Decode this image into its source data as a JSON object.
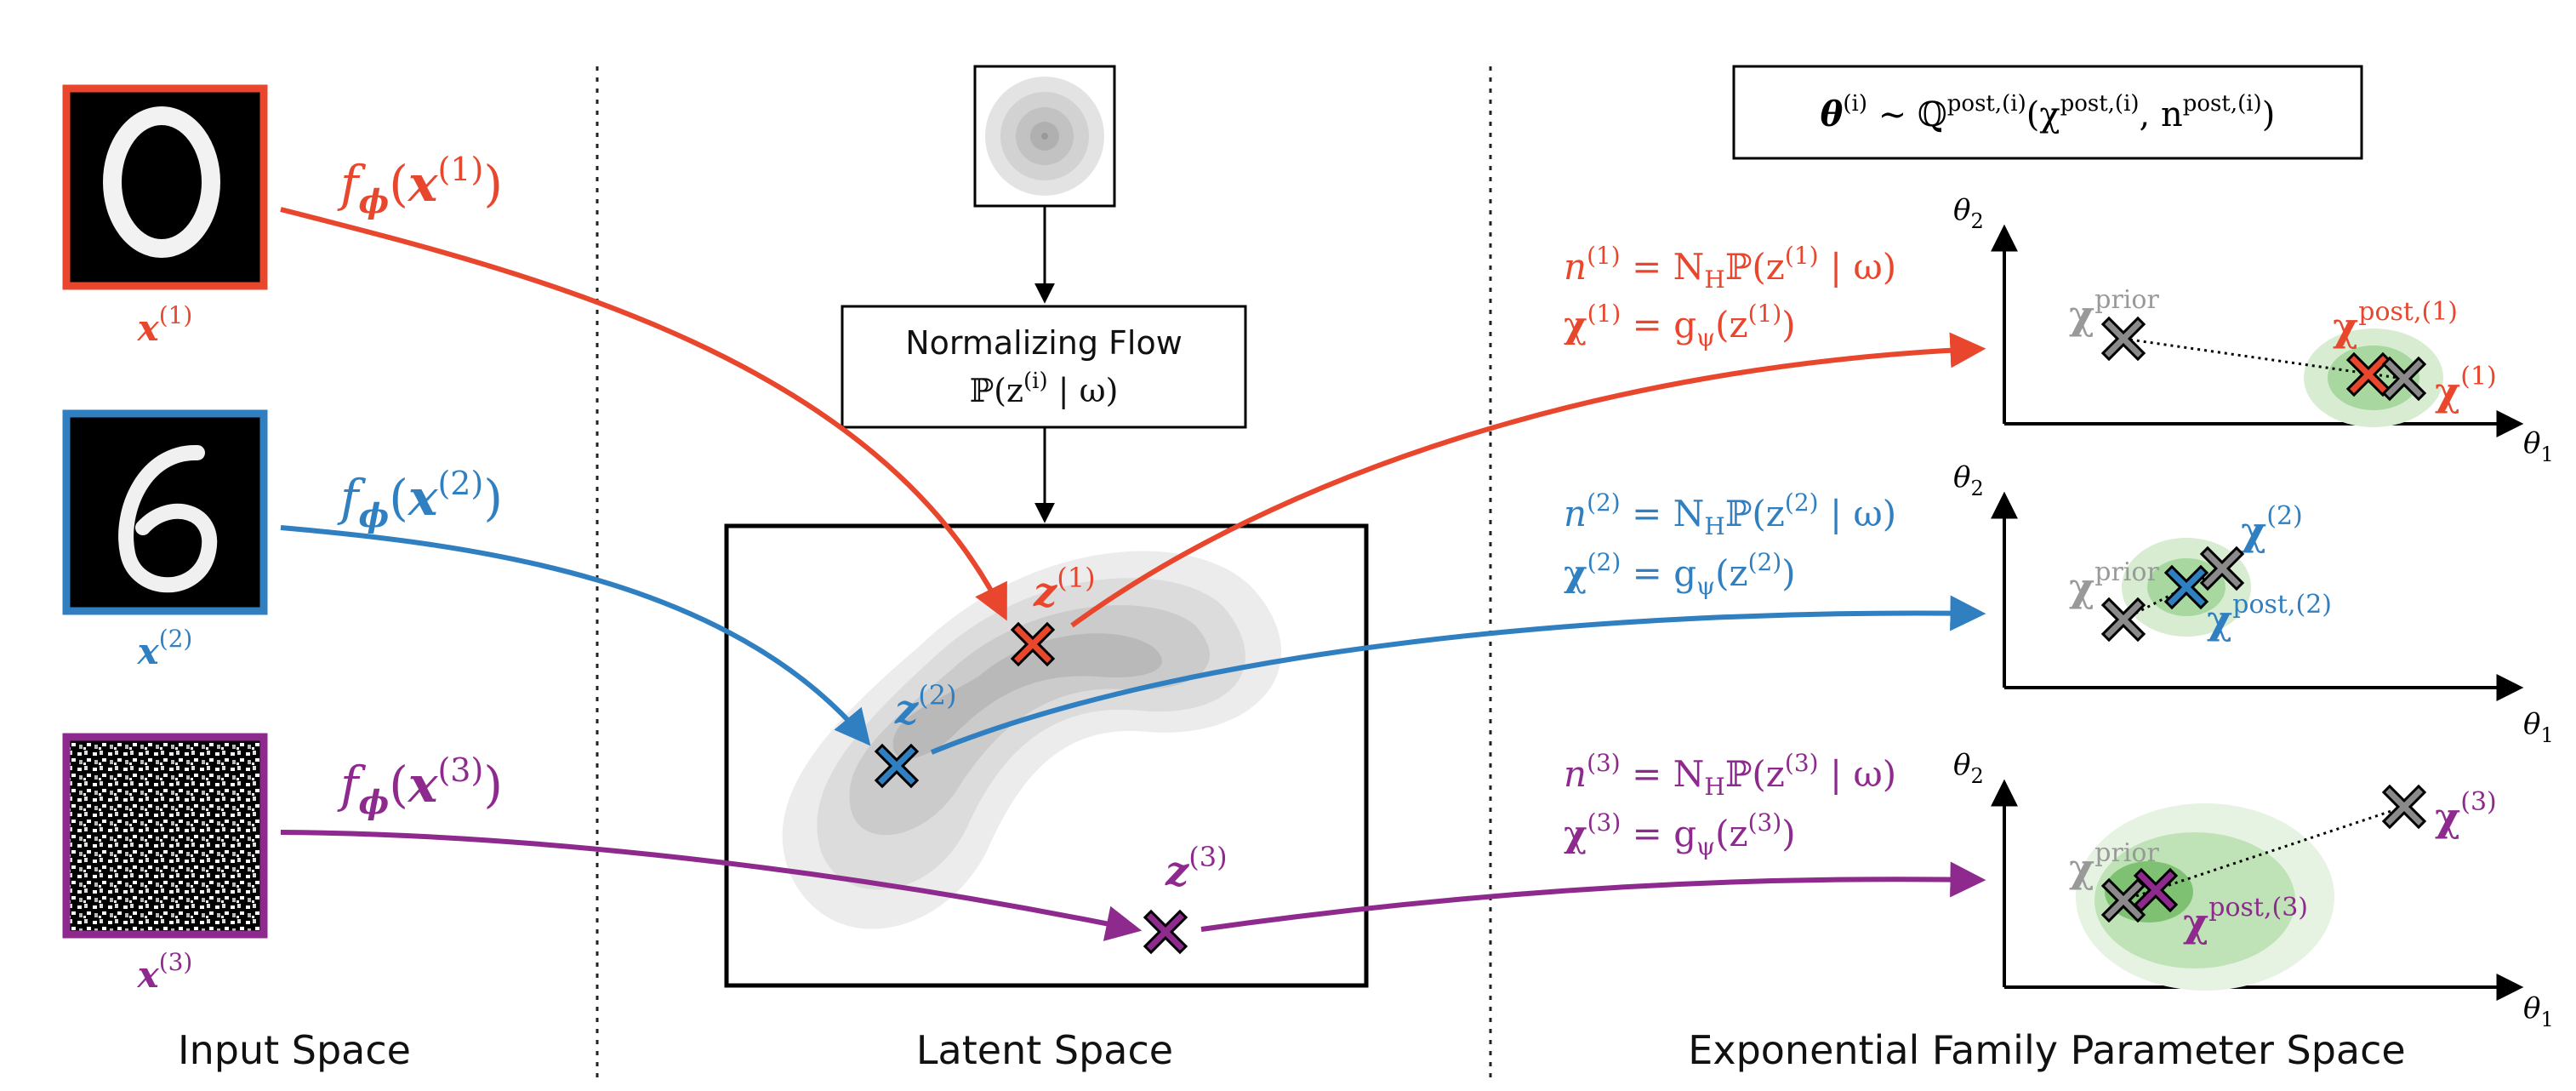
{
  "sections": {
    "input": "Input Space",
    "latent": "Latent Space",
    "param": "Exponential Family Parameter Space"
  },
  "inputs": [
    {
      "label": "x",
      "sup": "(1)",
      "color": "#e8472e"
    },
    {
      "label": "x",
      "sup": "(2)",
      "color": "#2f7fc1"
    },
    {
      "label": "x",
      "sup": "(3)",
      "color": "#8e2a8e"
    }
  ],
  "encoder": {
    "f": "f",
    "sub": "ϕ",
    "arg": "x"
  },
  "flow": {
    "title": "Normalizing Flow",
    "formula": "ℙ(z",
    "formula_sup": "(i)",
    "formula_tail": " | ω)"
  },
  "latents": [
    {
      "label": "z",
      "sup": "(1)"
    },
    {
      "label": "z",
      "sup": "(2)"
    },
    {
      "label": "z",
      "sup": "(3)"
    }
  ],
  "posterior": {
    "lhs": "θ",
    "lhs_sup": "(i)",
    "sim": "∼ ℚ",
    "q_sup": "post,(i)",
    "open": "(χ",
    "chi_sup": "post,(i)",
    "mid": ", n",
    "n_sup": "post,(i)",
    "close": ")"
  },
  "equations": [
    {
      "n": "n",
      "sup": "(1)",
      "rhs": "= N",
      "rhs_sub": "H",
      "rhs_tail": "ℙ(z",
      "z_sup": "(1)",
      "end": " | ω)",
      "chi": "χ",
      "chi_sup": "(1)",
      "chi_rhs": "= g",
      "chi_sub": "ψ",
      "chi_tail": "(z",
      "chi_z_sup": "(1)",
      "chi_end": ")"
    },
    {
      "n": "n",
      "sup": "(2)",
      "rhs": "= N",
      "rhs_sub": "H",
      "rhs_tail": "ℙ(z",
      "z_sup": "(2)",
      "end": " | ω)",
      "chi": "χ",
      "chi_sup": "(2)",
      "chi_rhs": "= g",
      "chi_sub": "ψ",
      "chi_tail": "(z",
      "chi_z_sup": "(2)",
      "chi_end": ")"
    },
    {
      "n": "n",
      "sup": "(3)",
      "rhs": "= N",
      "rhs_sub": "H",
      "rhs_tail": "ℙ(z",
      "z_sup": "(3)",
      "end": " | ω)",
      "chi": "χ",
      "chi_sup": "(3)",
      "chi_rhs": "= g",
      "chi_sub": "ψ",
      "chi_tail": "(z",
      "chi_z_sup": "(3)",
      "chi_end": ")"
    }
  ],
  "plots": [
    {
      "prior": "χ",
      "prior_sup": "prior",
      "post": "χ",
      "post_sup": "post,(1)",
      "obs": "χ",
      "obs_sup": "(1)"
    },
    {
      "prior": "χ",
      "prior_sup": "prior",
      "post": "χ",
      "post_sup": "post,(2)",
      "obs": "χ",
      "obs_sup": "(2)"
    },
    {
      "prior": "χ",
      "prior_sup": "prior",
      "post": "χ",
      "post_sup": "post,(3)",
      "obs": "χ",
      "obs_sup": "(3)"
    }
  ],
  "axes": {
    "x": "θ",
    "x_sub": "1",
    "y": "θ",
    "y_sub": "2"
  },
  "colors": {
    "red": "#e8472e",
    "blue": "#2f7fc1",
    "purple": "#8e2a8e",
    "gray": "#8a8a8a",
    "green": "#4fae4f"
  }
}
